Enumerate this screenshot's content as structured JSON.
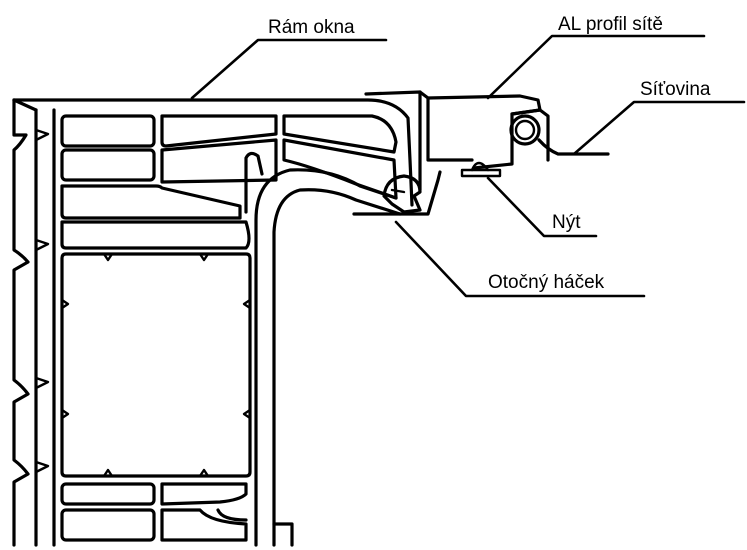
{
  "labels": {
    "ram_okna": "Rám okna",
    "al_profil": "AL profil sítě",
    "sitovina": "Síťovina",
    "nyt": "Nýt",
    "otocny_hacek": "Otočný háček"
  },
  "colors": {
    "stroke": "#000000",
    "background": "#ffffff"
  }
}
